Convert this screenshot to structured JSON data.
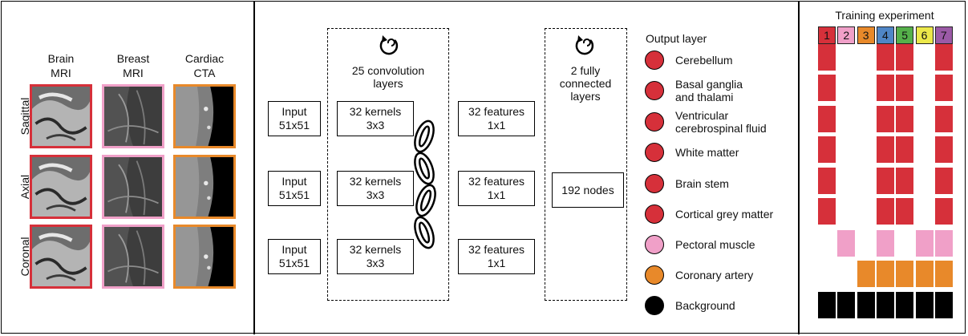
{
  "modalities": [
    {
      "line1": "Brain",
      "line2": "MRI",
      "color": "#d6303a"
    },
    {
      "line1": "Breast",
      "line2": "MRI",
      "color": "#f0a0c8"
    },
    {
      "line1": "Cardiac",
      "line2": "CTA",
      "color": "#e8892a"
    }
  ],
  "orientations": [
    "Sagittal",
    "Axial",
    "Coronal"
  ],
  "network": {
    "conv_title": [
      "25 convolution",
      "layers"
    ],
    "fc_title": [
      "2 fully",
      "connected",
      "layers"
    ],
    "input_label": [
      "Input",
      "51x51"
    ],
    "kernel_label": [
      "32 kernels",
      "3x3"
    ],
    "feature_label": [
      "32 features",
      "1x1"
    ],
    "nodes_label": "192 nodes",
    "rotate_icon": "rotate-arrow-icon",
    "chain_icon": "chain-link-icon"
  },
  "output": {
    "title": "Output layer",
    "classes": [
      {
        "label": "Cerebellum",
        "color": "#d6303a"
      },
      {
        "label": "Basal ganglia\nand thalami",
        "color": "#d6303a"
      },
      {
        "label": "Ventricular\ncerebrospinal fluid",
        "color": "#d6303a"
      },
      {
        "label": "White matter",
        "color": "#d6303a"
      },
      {
        "label": "Brain stem",
        "color": "#d6303a"
      },
      {
        "label": "Cortical grey matter",
        "color": "#d6303a"
      },
      {
        "label": "Pectoral muscle",
        "color": "#f0a0c8"
      },
      {
        "label": "Coronary artery",
        "color": "#e8892a"
      },
      {
        "label": "Background",
        "color": "#000000"
      }
    ]
  },
  "training": {
    "title": "Training experiment",
    "experiments": [
      {
        "label": "1",
        "color": "#d6303a"
      },
      {
        "label": "2",
        "color": "#f0a0c8"
      },
      {
        "label": "3",
        "color": "#e8892a"
      },
      {
        "label": "4",
        "color": "#4f86c6"
      },
      {
        "label": "5",
        "color": "#55b04a"
      },
      {
        "label": "6",
        "color": "#ece84a"
      },
      {
        "label": "7",
        "color": "#9b5aa6"
      }
    ],
    "matrix": [
      [
        1,
        0,
        0,
        1,
        1,
        0,
        1
      ],
      [
        1,
        0,
        0,
        1,
        1,
        0,
        1
      ],
      [
        1,
        0,
        0,
        1,
        1,
        0,
        1
      ],
      [
        1,
        0,
        0,
        1,
        1,
        0,
        1
      ],
      [
        1,
        0,
        0,
        1,
        1,
        0,
        1
      ],
      [
        1,
        0,
        0,
        1,
        1,
        0,
        1
      ],
      [
        0,
        1,
        0,
        1,
        0,
        1,
        1
      ],
      [
        0,
        0,
        1,
        1,
        1,
        1,
        1
      ],
      [
        1,
        1,
        1,
        1,
        1,
        1,
        1
      ]
    ]
  }
}
